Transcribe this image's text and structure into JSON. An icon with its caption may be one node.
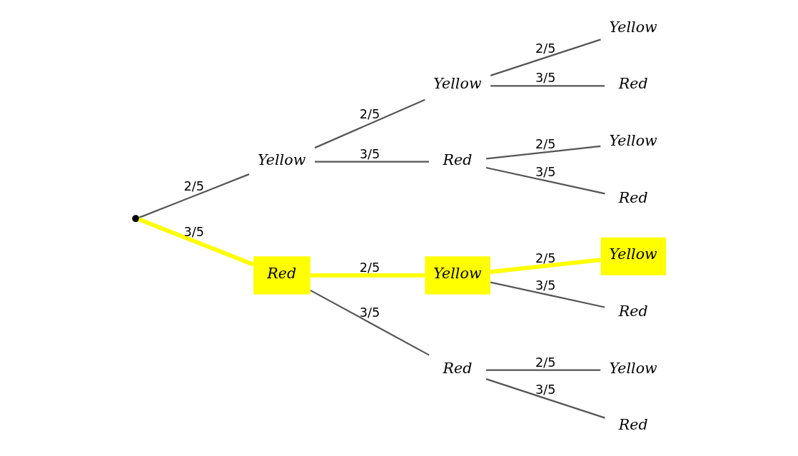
{
  "diagram": {
    "nodes": [
      {
        "text": [],
        "shape": "point"
      },
      {
        "text": [
          "Yellow"
        ]
      },
      {
        "text": [
          "Red"
        ]
      },
      {
        "text": [
          "Yellow"
        ]
      },
      {
        "text": [
          "Red"
        ]
      },
      {
        "text": [
          "Yellow"
        ]
      },
      {
        "text": [
          "Red"
        ]
      },
      {
        "text": [
          "Yellow"
        ]
      },
      {
        "text": [
          "Red"
        ]
      },
      {
        "text": [
          "Yellow"
        ]
      },
      {
        "text": [
          "Red"
        ]
      },
      {
        "text": [
          "Yellow"
        ]
      },
      {
        "text": [
          "Red"
        ]
      },
      {
        "text": [
          "Yellow"
        ]
      },
      {
        "text": [
          "Red"
        ]
      }
    ],
    "edges": [
      {
        "from": 0,
        "to": 1,
        "arrow": "none",
        "label": "2/5"
      },
      {
        "from": 0,
        "to": 2,
        "arrow": "none",
        "label": "3/5",
        "style": "thick",
        "color": "#ffff00"
      },
      {
        "from": 1,
        "to": 3,
        "arrow": "none",
        "label": "2/5"
      },
      {
        "from": 1,
        "to": 4,
        "arrow": "none",
        "label": "3/5"
      },
      {
        "from": 2,
        "to": 5,
        "arrow": "none",
        "label": "2/5",
        "style": "thick",
        "color": "#ffff00"
      },
      {
        "from": 2,
        "to": 6,
        "arrow": "none",
        "label": "3/5"
      },
      {
        "from": 3,
        "to": 7,
        "arrow": "none",
        "label": "2/5"
      },
      {
        "from": 3,
        "to": 8,
        "arrow": "none",
        "label": "3/5"
      },
      {
        "from": 4,
        "to": 9,
        "arrow": "none",
        "label": "2/5"
      },
      {
        "from": 4,
        "to": 10,
        "arrow": "none",
        "label": "3/5"
      },
      {
        "from": 5,
        "to": 11,
        "arrow": "none",
        "label": "2/5",
        "style": "thick",
        "color": "#ffff00"
      },
      {
        "from": 5,
        "to": 12,
        "arrow": "none",
        "label": "3/5"
      },
      {
        "from": 6,
        "to": 13,
        "arrow": "none",
        "label": "2/5"
      },
      {
        "from": 6,
        "to": 14,
        "arrow": "none",
        "label": "3/5"
      }
    ]
  }
}
